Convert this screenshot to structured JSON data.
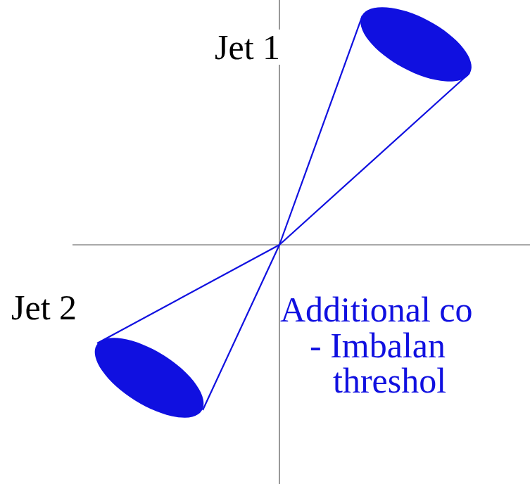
{
  "diagram": {
    "labels": [
      "Jet 1",
      "Jet 2",
      "Additional co",
      "- Imbalan",
      "threshol"
    ]
  }
}
